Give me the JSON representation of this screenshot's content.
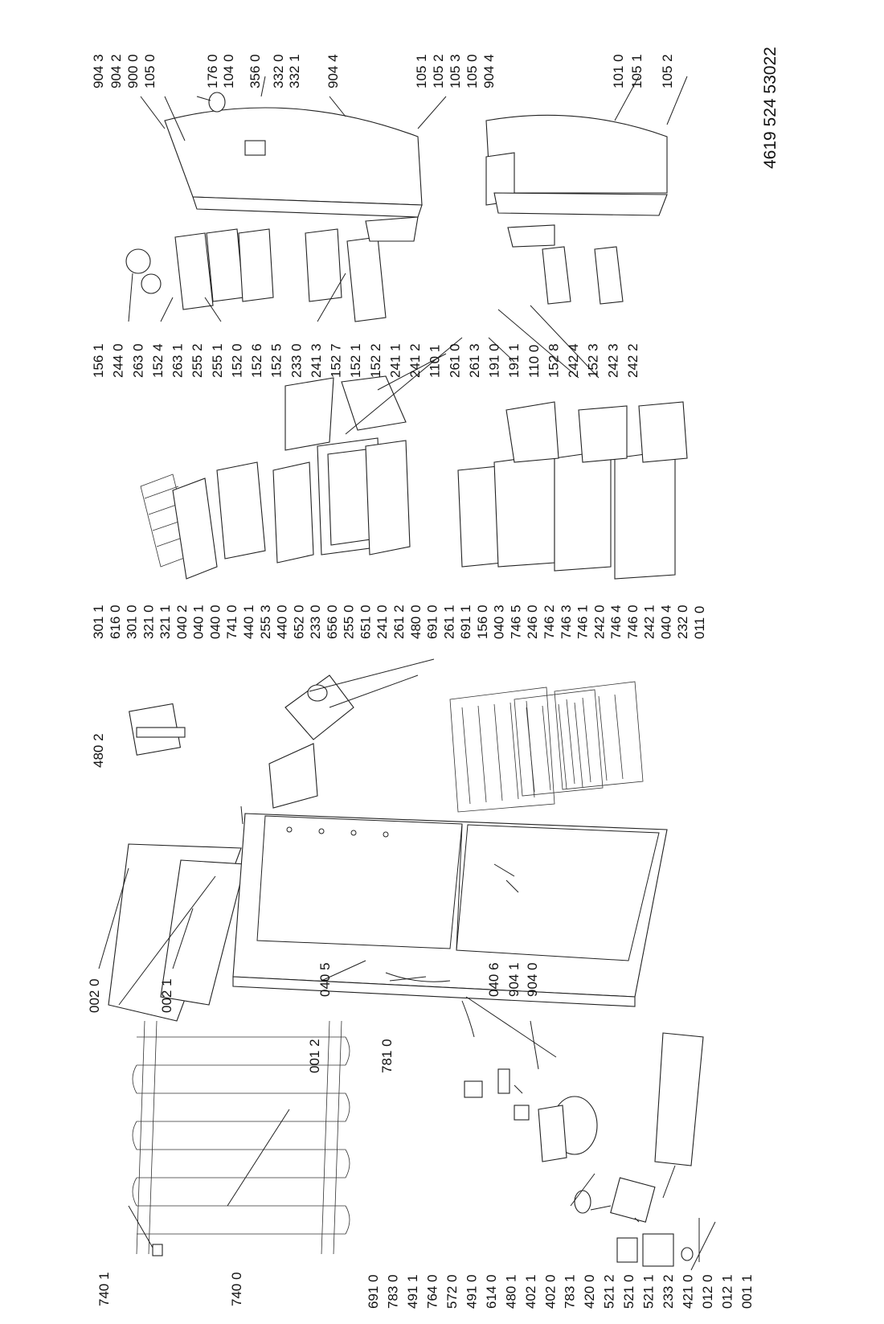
{
  "document_number": "4619 524 53022",
  "columns": {
    "col_a": [
      "740 1",
      "740 0"
    ],
    "col_b": [
      "002 0",
      "002 1",
      "001 2",
      "781 0"
    ],
    "col_c": [
      "691 0",
      "783 0",
      "491 1",
      "764 0",
      "572 0",
      "491 0",
      "614 0",
      "480 1",
      "402 1",
      "402 0",
      "783 1",
      "420 0",
      "521 2",
      "521 0",
      "521 1",
      "233 2",
      "421 0",
      "012 0",
      "012 1",
      "001 1"
    ],
    "col_d_top": [
      "480 2"
    ],
    "col_d_bottom": [
      "040 5"
    ],
    "col_e": [
      "040 6",
      "904 1",
      "904 0"
    ],
    "col_f": [
      "301 1",
      "616 0",
      "301 0",
      "321 0",
      "321 1",
      "040 2",
      "040 1",
      "040 0",
      "741 0",
      "440 1",
      "255 3",
      "440 0",
      "652 0",
      "233 0",
      "656 0",
      "255 0",
      "651 0",
      "241 0",
      "261 2",
      "480 0",
      "691 0",
      "261 1",
      "691 1",
      "156 0",
      "040 3",
      "746 5",
      "246 0",
      "746 2",
      "746 3",
      "746 1",
      "242 0",
      "746 4",
      "746 0",
      "242 1",
      "040 4",
      "232 0",
      "011 0"
    ],
    "col_g": [
      "156 1",
      "244 0",
      "263 0",
      "152 4",
      "263 1",
      "255 2",
      "255 1",
      "152 0",
      "152 6",
      "152 5",
      "233 0",
      "241 3",
      "152 7",
      "152 1",
      "152 2",
      "241 1",
      "241 2",
      "110 1",
      "261 0",
      "261 3",
      "191 0",
      "191 1",
      "110 0",
      "152 8",
      "242 4",
      "152 3",
      "242 3",
      "242 2"
    ],
    "col_h": [
      "904 3",
      "904 2",
      "900 0",
      "105 0",
      "176 0",
      "104 0",
      "356 0",
      "332 0",
      "332 1",
      "904 4",
      "105 1",
      "105 2",
      "105 3",
      "105 0",
      "904 4",
      "101 0",
      "105 1",
      "105 2"
    ]
  }
}
